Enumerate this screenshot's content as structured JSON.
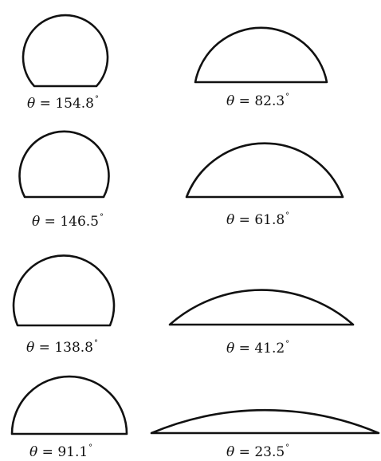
{
  "symbol": "θ",
  "equals": "=",
  "degree_mark": "°",
  "stroke_color": "#111111",
  "droplets": [
    {
      "angle": "154.8"
    },
    {
      "angle": "82.3"
    },
    {
      "angle": "146.5"
    },
    {
      "angle": "61.8"
    },
    {
      "angle": "138.8"
    },
    {
      "angle": "41.2"
    },
    {
      "angle": "91.1"
    },
    {
      "angle": "23.5"
    }
  ]
}
